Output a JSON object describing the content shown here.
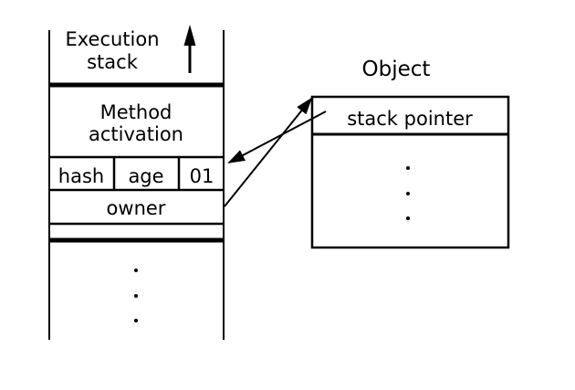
{
  "colors": {
    "ink": "#000000",
    "paper": "#ffffff"
  },
  "execution_stack": {
    "title": [
      "Execution",
      "stack"
    ],
    "growth_arrow_icon": "up-arrow",
    "method_activation_label": [
      "Method",
      "activation"
    ],
    "header_fields": [
      "hash",
      "age",
      "01"
    ],
    "owner_field": "owner",
    "vertical_ellipsis": "..."
  },
  "object": {
    "title": "Object",
    "stack_pointer_field": "stack pointer",
    "vertical_ellipsis": "..."
  },
  "arrows": {
    "stack_pointer_to_frame": "arrow-from-stack-pointer-to-frame-header",
    "owner_to_object": "arrow-from-owner-to-object"
  }
}
